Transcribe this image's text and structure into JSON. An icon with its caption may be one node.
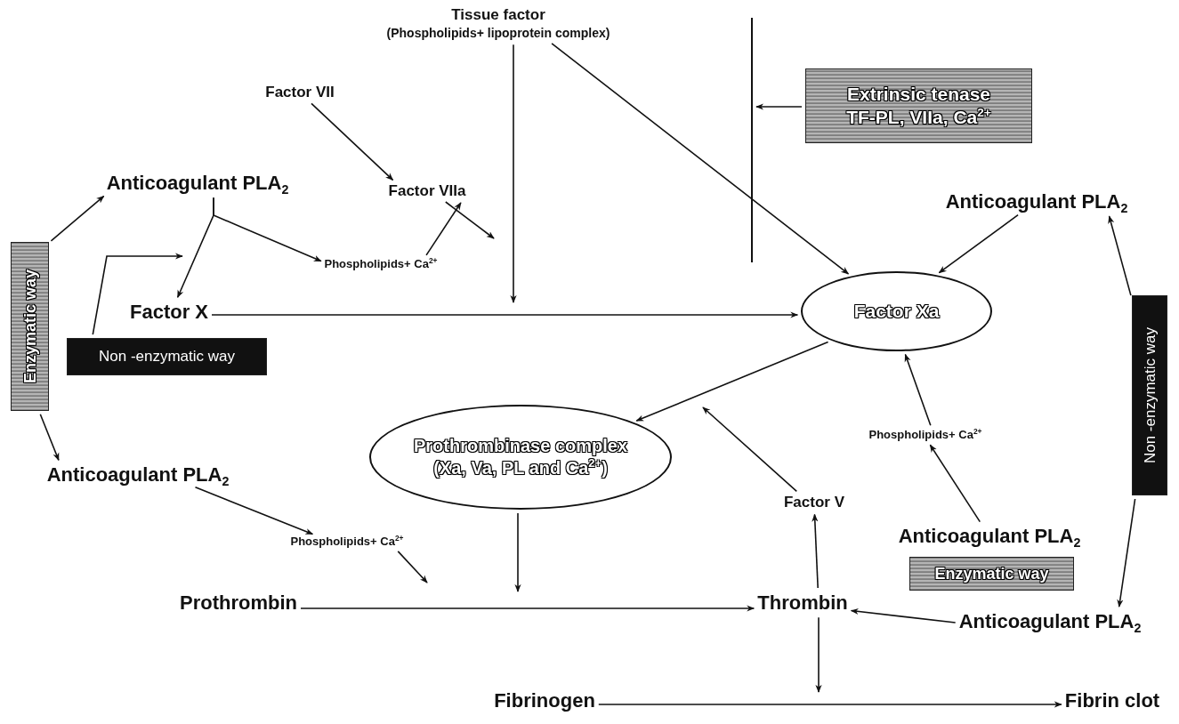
{
  "diagram": {
    "nodes": [
      {
        "text": [
          "Tissue factor",
          "(Phospholipids+ lipoprotein complex)"
        ]
      },
      {
        "text": [],
        "shape": "bar"
      },
      {
        "text": [
          "Extrinsic tenase",
          "TF-PL, VIIa, Ca$^{2+}$"
        ]
      },
      {
        "text": [
          "Factor VII"
        ]
      },
      {
        "text": [
          "Anticoagulant PLA$_{2}$"
        ]
      },
      {
        "text": [
          "Factor VIIa"
        ]
      },
      {
        "text": [
          "Anticoagulant PLA$_{2}$"
        ]
      },
      {
        "text": [
          "Phospholipids+ Ca$^{2+}$"
        ]
      },
      {
        "text": [
          "Enzymatic way"
        ]
      },
      {
        "text": [
          "Factor X"
        ]
      },
      {
        "text": [
          "Factor Xa"
        ]
      },
      {
        "text": [
          "Non -enzymatic way"
        ]
      },
      {
        "text": [
          "Non -enzymatic way"
        ]
      },
      {
        "text": [
          "Prothrombinase complex",
          "(Xa, Va, PL and Ca$^{2+}$)"
        ]
      },
      {
        "text": [
          "Phospholipids+ Ca$^{2+}$"
        ]
      },
      {
        "text": [
          "Anticoagulant PLA$_{2}$"
        ]
      },
      {
        "text": [
          "Factor V"
        ]
      },
      {
        "text": [
          "Anticoagulant PLA$_{2}$"
        ]
      },
      {
        "text": [
          "Phospholipids+ Ca$^{2+}$"
        ]
      },
      {
        "text": [
          "Enzymatic way"
        ]
      },
      {
        "text": [
          "Prothrombin"
        ]
      },
      {
        "text": [
          "Thrombin"
        ]
      },
      {
        "text": [
          "Anticoagulant PLA$_{2}$"
        ]
      },
      {
        "text": [
          "Fibrinogen"
        ]
      },
      {
        "text": [
          "Fibrin clot"
        ]
      }
    ],
    "edges": [
      {
        "from": 3,
        "to": 5,
        "arrow": "to"
      },
      {
        "from": 8,
        "to": 4,
        "arrow": "to"
      },
      {
        "from": 8,
        "to": 15,
        "arrow": "to"
      },
      {
        "from": 4,
        "to": 9,
        "arrow": "to"
      },
      {
        "from": 4,
        "to": 7,
        "arrow": "to"
      },
      {
        "from": 11,
        "to": null,
        "arrow": "to"
      },
      {
        "from": 7,
        "to": 5,
        "arrow": "to"
      },
      {
        "from": 5,
        "to": null,
        "arrow": "to"
      },
      {
        "from": 0,
        "to": null,
        "arrow": "to"
      },
      {
        "from": 0,
        "to": 10,
        "arrow": "to"
      },
      {
        "from": 9,
        "to": 10,
        "arrow": "to"
      },
      {
        "from": 2,
        "to": 1,
        "arrow": "to"
      },
      {
        "from": 6,
        "to": 10,
        "arrow": "to"
      },
      {
        "from": 12,
        "to": 6,
        "arrow": "to"
      },
      {
        "from": 12,
        "to": 22,
        "arrow": "to"
      },
      {
        "from": 10,
        "to": 13,
        "arrow": "to"
      },
      {
        "from": 16,
        "to": null,
        "arrow": "to"
      },
      {
        "from": 14,
        "to": 10,
        "arrow": "to"
      },
      {
        "from": 17,
        "to": 14,
        "arrow": "to"
      },
      {
        "from": 21,
        "to": 16,
        "arrow": "to"
      },
      {
        "from": 22,
        "to": 21,
        "arrow": "to"
      },
      {
        "from": 20,
        "to": 21,
        "arrow": "to"
      },
      {
        "from": 13,
        "to": null,
        "arrow": "to"
      },
      {
        "from": 15,
        "to": 18,
        "arrow": "to"
      },
      {
        "from": 18,
        "to": null,
        "arrow": "to"
      },
      {
        "from": 21,
        "to": null,
        "arrow": "to"
      },
      {
        "from": 23,
        "to": 24,
        "arrow": "to"
      }
    ]
  }
}
